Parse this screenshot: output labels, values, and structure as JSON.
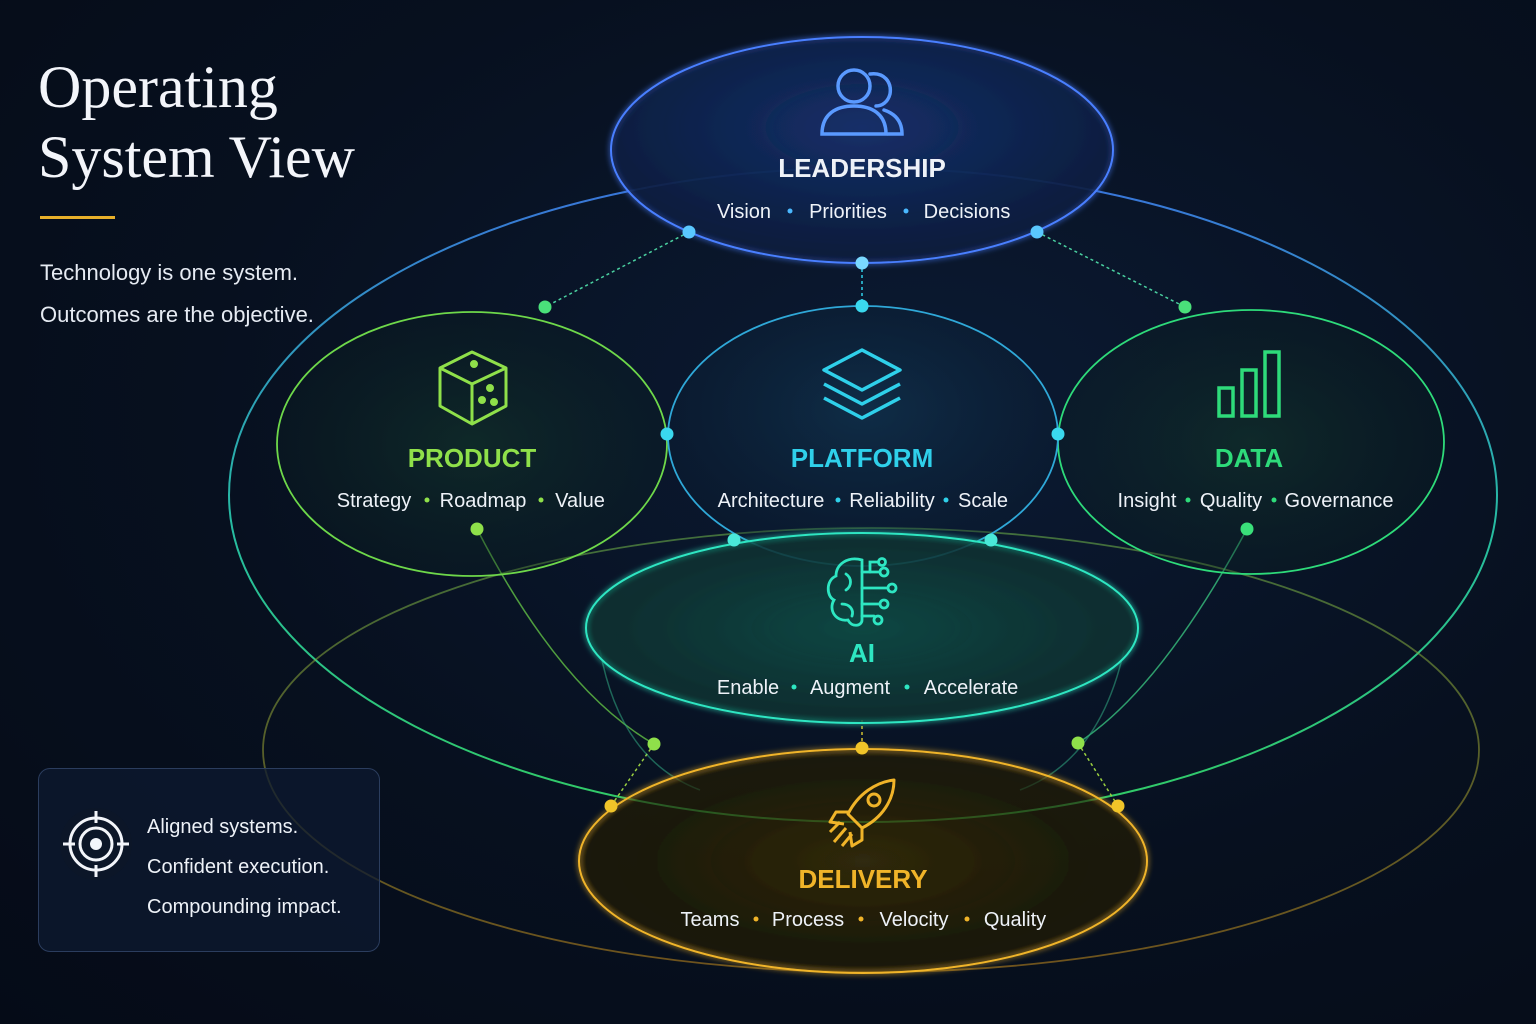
{
  "title": {
    "line1": "Operating",
    "line2": "System View"
  },
  "tagline": [
    "Technology is one system.",
    "Outcomes are the objective."
  ],
  "colors": {
    "leadership": "#4a7fff",
    "product": "#8fe04a",
    "platform": "#2fd0ea",
    "data": "#2edb7a",
    "ai": "#2ee6c2",
    "delivery": "#f0b429",
    "accent": "#e8b02a"
  },
  "nodes": {
    "leadership": {
      "title": "LEADERSHIP",
      "items": [
        "Vision",
        "Priorities",
        "Decisions"
      ],
      "icon": "people-icon"
    },
    "product": {
      "title": "PRODUCT",
      "items": [
        "Strategy",
        "Roadmap",
        "Value"
      ],
      "icon": "cube-icon"
    },
    "platform": {
      "title": "PLATFORM",
      "items": [
        "Architecture",
        "Reliability",
        "Scale"
      ],
      "icon": "layers-icon"
    },
    "data": {
      "title": "DATA",
      "items": [
        "Insight",
        "Quality",
        "Governance"
      ],
      "icon": "bar-chart-icon"
    },
    "ai": {
      "title": "AI",
      "items": [
        "Enable",
        "Augment",
        "Accelerate"
      ],
      "icon": "brain-circuit-icon"
    },
    "delivery": {
      "title": "DELIVERY",
      "items": [
        "Teams",
        "Process",
        "Velocity",
        "Quality"
      ],
      "icon": "rocket-icon"
    }
  },
  "callout": {
    "icon": "target-icon",
    "lines": [
      "Aligned systems.",
      "Confident execution.",
      "Compounding impact."
    ]
  }
}
